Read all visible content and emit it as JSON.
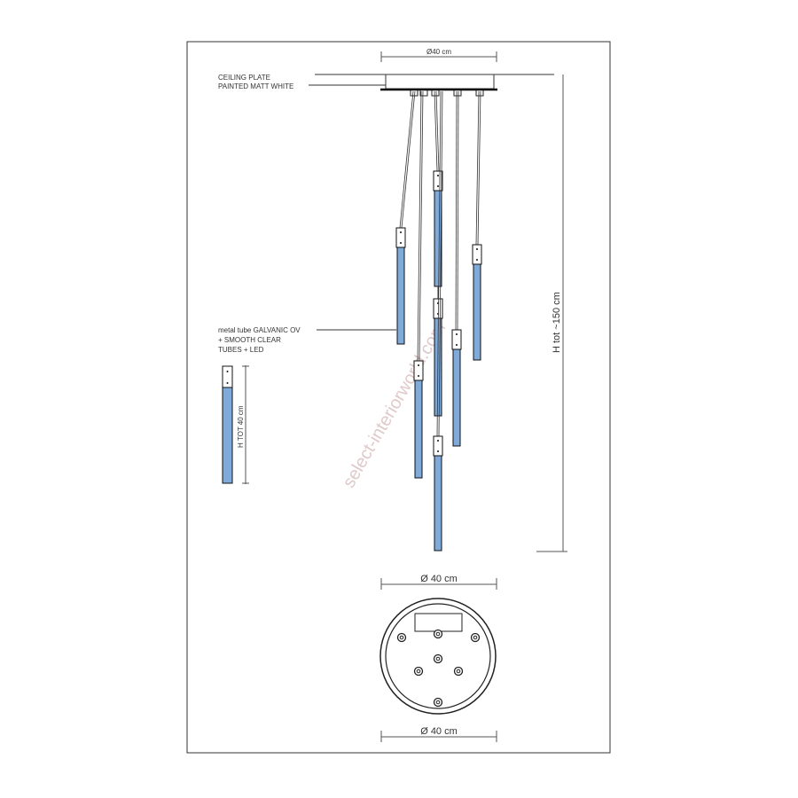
{
  "labels": {
    "top_diameter": "Ø40 cm",
    "ceiling_plate_line1": "CEILING PLATE",
    "ceiling_plate_line2": "PAINTED MATT WHITE",
    "tube_line1": "metal tube GALVANIC OV",
    "tube_line2": "+ SMOOTH CLEAR",
    "tube_line3": "TUBES  + LED",
    "single_height": "H TOT 40 cm",
    "total_height": "H tot ~150 cm",
    "plan_diameter_top": "Ø 40 cm",
    "plan_diameter_bottom": "Ø 40 cm"
  },
  "watermark": "select-interiorworld.com",
  "colors": {
    "tube": "#7faad9",
    "line": "#333333"
  }
}
